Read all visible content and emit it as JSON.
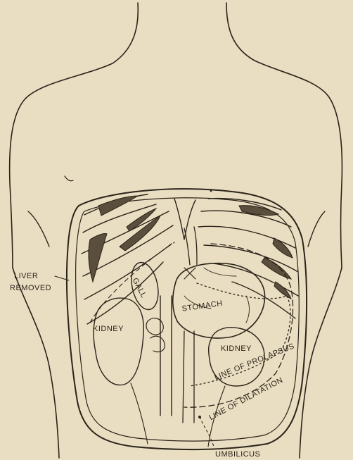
{
  "labels": {
    "liver_removed_1": "LIVER",
    "liver_removed_2": "REMOVED",
    "gall": "GALL",
    "stomach": "STOMACH",
    "kidney_left": "KIDNEY",
    "kidney_right": "KIDNEY",
    "line_of_prolapsus": "LINE OF PROLAPSUS",
    "line_of_dilatation": "LINE OF DILATATION",
    "umbilicus": "UMBILICUS"
  }
}
